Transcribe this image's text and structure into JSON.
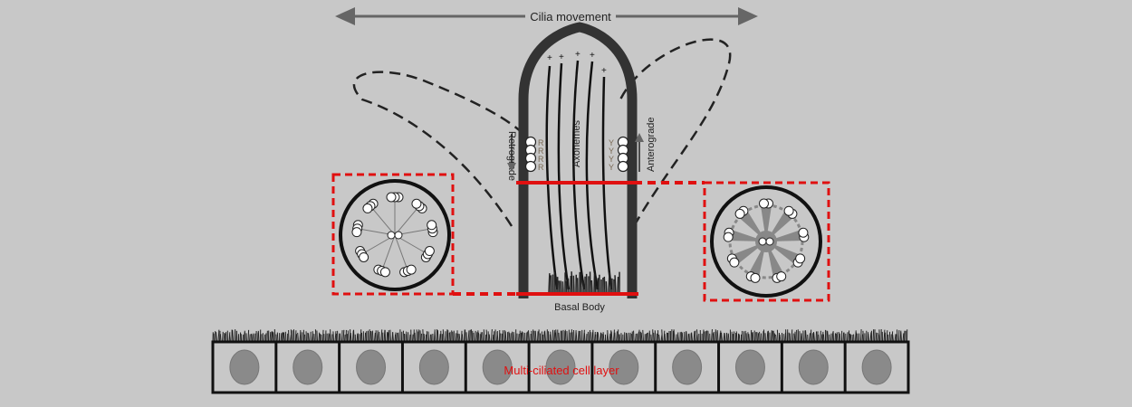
{
  "title": "Cilia movement",
  "labels": {
    "retrograde": "Retrograde",
    "axonemes": "Axonemes",
    "anterograde": "Anterograde",
    "basal_body": "Basal Body",
    "cell_layer": "Multi-ciliated  cell layer"
  },
  "colors": {
    "background": "#c8c8c8",
    "highlight": "#e01010",
    "nucleus": "#8a8a8a",
    "cilium": "#333333",
    "arrow": "#666666"
  },
  "cell_count": 11
}
